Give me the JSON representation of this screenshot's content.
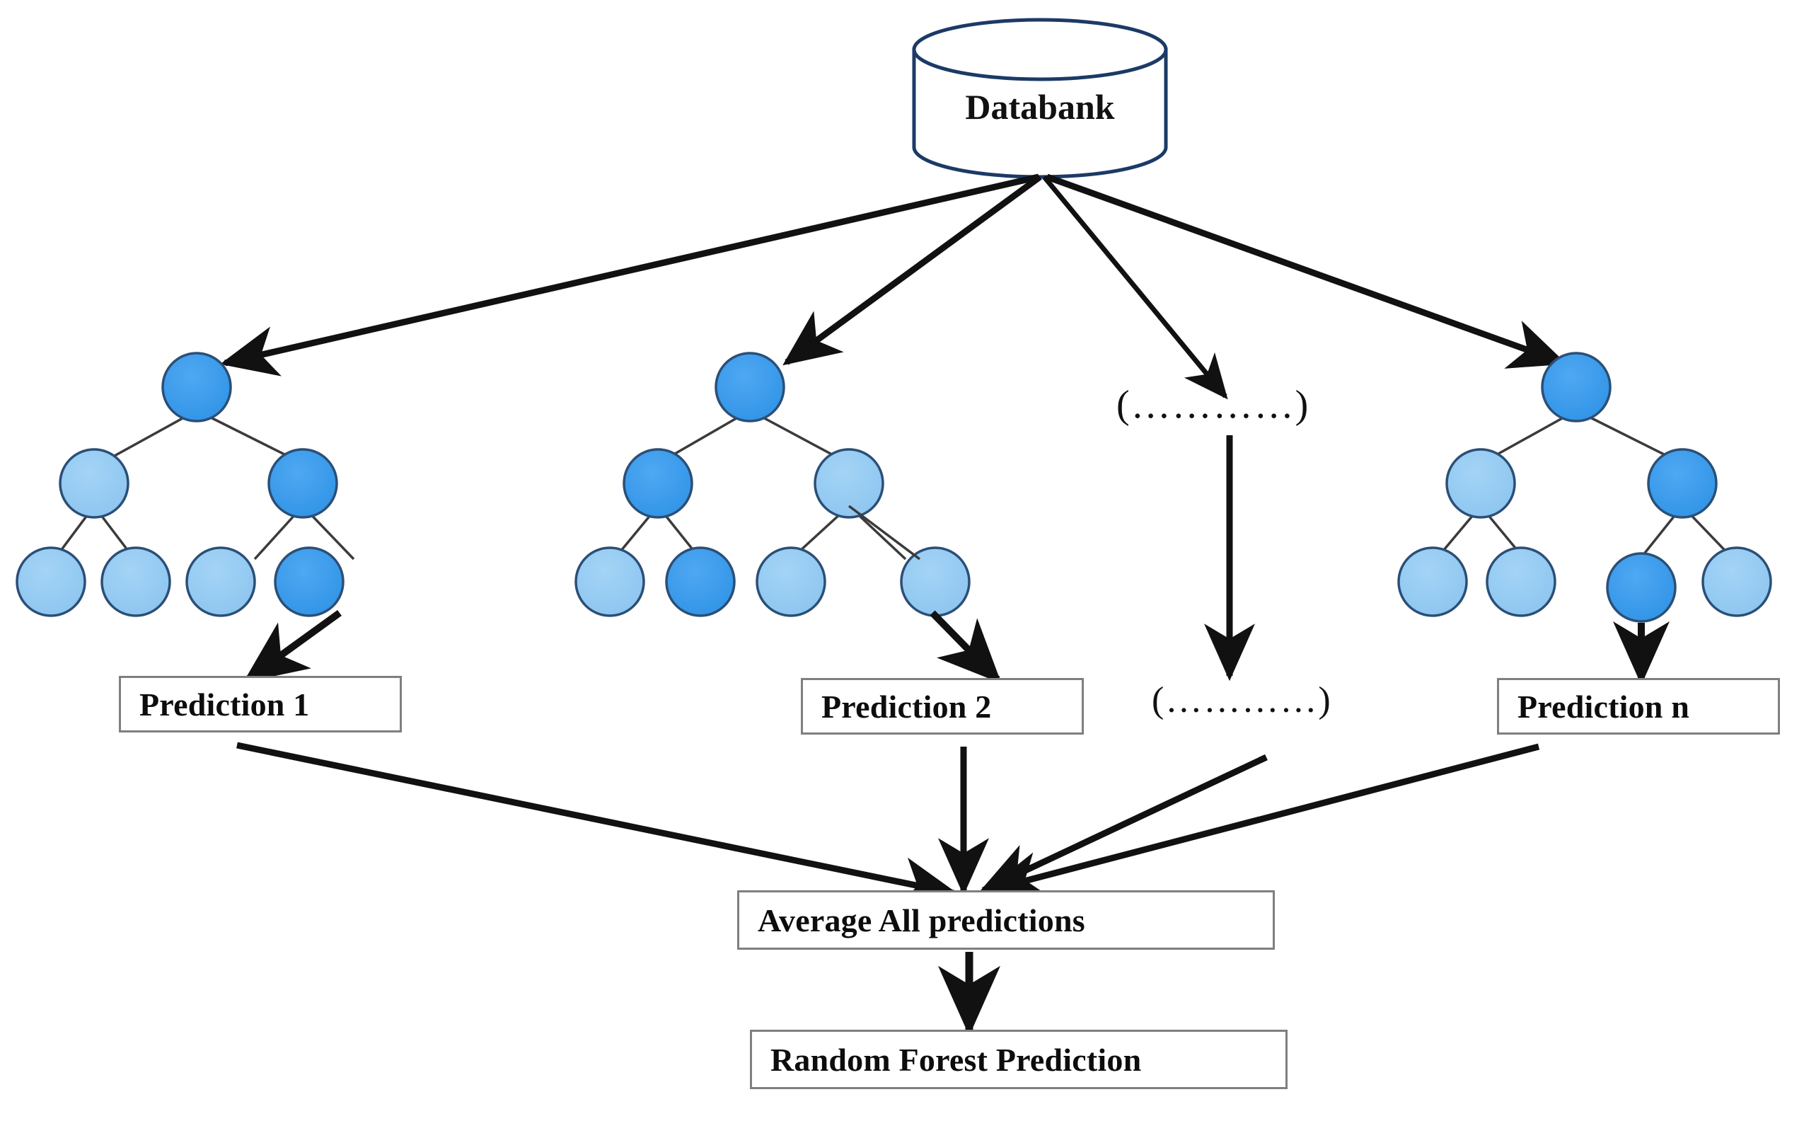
{
  "diagram": {
    "title_node": {
      "label": "Databank",
      "shape": "cylinder",
      "stroke": "#1b3a66"
    },
    "colors": {
      "node_dark": "#3399ee",
      "node_light": "#92c9f1",
      "node_stroke": "#2b4f76",
      "edge": "#3b3b3b",
      "arrow": "#111111",
      "box_border": "#7f7f7f",
      "box_fill": "#ffffff",
      "text": "#0d0d0d"
    },
    "trees": [
      {
        "name": "tree-1",
        "nodes": {
          "root": "dark",
          "level2": [
            "light",
            "dark"
          ],
          "leaves": [
            "light",
            "light",
            "light",
            "dark"
          ]
        }
      },
      {
        "name": "tree-2",
        "nodes": {
          "root": "dark",
          "level2": [
            "dark",
            "light"
          ],
          "leaves": [
            "light",
            "dark",
            "light",
            "light"
          ]
        }
      },
      {
        "name": "tree-n",
        "nodes": {
          "root": "dark",
          "level2": [
            "light",
            "dark"
          ],
          "leaves": [
            "light",
            "light",
            "dark",
            "light"
          ]
        }
      }
    ],
    "placeholders": {
      "tree_placeholder": "(…………)",
      "prediction_placeholder": "(…………)"
    },
    "predictions": [
      {
        "label": "Prediction 1"
      },
      {
        "label": "Prediction 2"
      },
      {
        "label": "Prediction n"
      }
    ],
    "aggregate": {
      "label": "Average All predictions"
    },
    "output": {
      "label": "Random Forest Prediction"
    }
  }
}
